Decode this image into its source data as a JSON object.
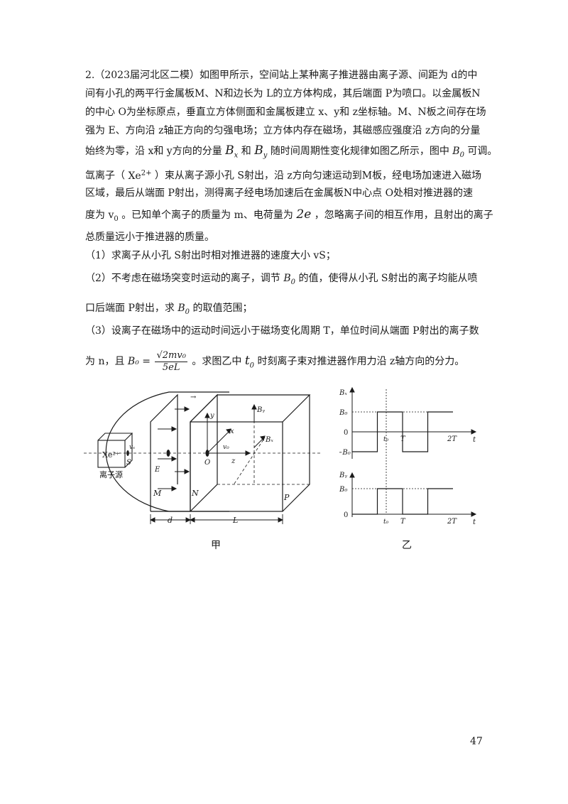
{
  "problem": {
    "l1": "2.（2023届河北区二模）如图甲所示，空间站上某种离子推进器由离子源、间距为 d的中",
    "l2": "间有小孔的两平行金属板M、N和边长为 L的立方体构成，其后端面 P为喷口。以金属板N",
    "l3": "的中心 O为坐标原点，垂直立方体侧面和金属板建立 x、y和 z坐标轴。M、N板之间存在场",
    "l4": "强为 E、方向沿 z轴正方向的匀强电场；立方体内存在磁场，其磁感应强度沿 z方向的分量",
    "l5a": "始终为零，沿 x和 y方向的分量",
    "l5b": "和",
    "l5c": "随时间周期性变化规律如图乙所示，图中",
    "l5d": "可调。",
    "l6a": "氙离子（",
    "l6b": "）束从离子源小孔 S射出，沿 z方向匀速运动到M板，经电场加速进入磁场",
    "l7": "区域，最后从端面 P射出，测得离子经电场加速后在金属板N中心点 O处相对推进器的速",
    "l8a": "度为 v",
    "l8b": "。已知单个离子的质量为 m、电荷量为",
    "l8c": "，忽略离子间的相互作用，且射出的离子",
    "l9": "总质量远小于推进器的质量。",
    "q1": "（1）求离子从小孔 S射出时相对推进器的速度大小 vS；",
    "q2a": "（2）不考虑在磁场突变时运动的离子，调节",
    "q2b": "的值，使得从小孔 S射出的离子均能从喷",
    "q2c": "口后端面 P射出，求",
    "q2d": "的取值范围；",
    "q3": "（3）设离子在磁场中的运动时间远小于磁场变化周期 T，单位时间从端面 P射出的离子数",
    "q3ba": "为 n，且",
    "q3bb": "。求图乙中",
    "q3bc": "时刻离子束对推进器作用力沿 z轴方向的分力。"
  },
  "math": {
    "Bx": "B",
    "Bx_sub": "x",
    "By": "B",
    "By_sub": "y",
    "B0": "B",
    "B0_sub": "0",
    "Xe": "Xe",
    "Xe_sup": "2+",
    "two_e": "2e",
    "v0_sub": "0",
    "B0_eq": "B₀ =",
    "frac_num": "√2mv₀",
    "frac_den": "5eL",
    "t0": "t",
    "t0_sub": "0"
  },
  "figure_a": {
    "caption": "甲",
    "ion_source_text": "Xe²⁺",
    "ion_source_label": "离子源",
    "S": "S",
    "vs": "vₛ",
    "M": "M",
    "N": "N",
    "P": "P",
    "O": "O",
    "E": "E",
    "v0": "v₀",
    "x": "x",
    "y": "y",
    "z": "z",
    "Bx": "Bₓ",
    "By": "Bᵧ",
    "d": "d",
    "L": "L"
  },
  "figure_b": {
    "caption": "乙",
    "bx_axis": "Bₓ",
    "by_axis": "Bᵧ",
    "B0": "B₀",
    "negB0": "−B₀",
    "zero": "0",
    "t0": "t₀",
    "T": "T",
    "twoT": "2T",
    "t": "t",
    "bx_wave": [
      {
        "from": 0,
        "to": 0.5,
        "value": -1
      },
      {
        "from": 0.5,
        "to": 1,
        "value": 1
      },
      {
        "from": 1,
        "to": 1.5,
        "value": -1
      },
      {
        "from": 1.5,
        "to": 2,
        "value": 1
      }
    ],
    "by_wave": [
      {
        "from": 0,
        "to": 0.5,
        "value": 0
      },
      {
        "from": 0.5,
        "to": 1,
        "value": 1
      },
      {
        "from": 1,
        "to": 1.5,
        "value": 0
      },
      {
        "from": 1.5,
        "to": 2,
        "value": 1
      }
    ]
  },
  "page_number": "47"
}
